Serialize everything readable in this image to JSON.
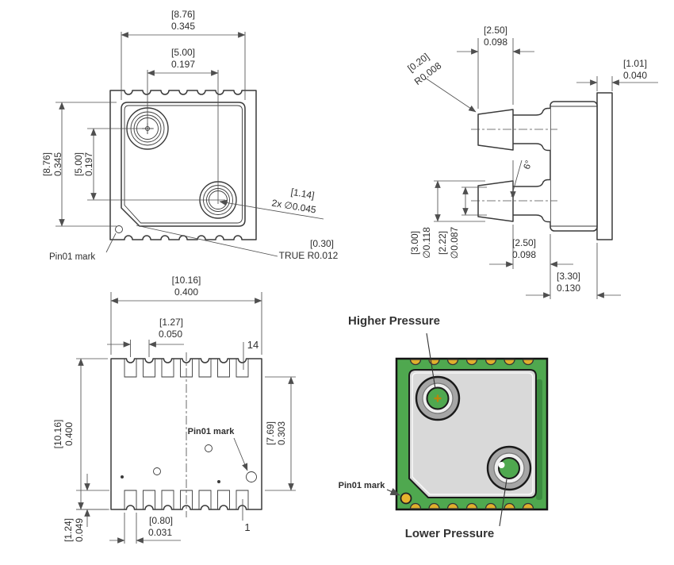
{
  "drawing": {
    "top_view": {
      "dim_width_outer": {
        "mm": "[8.76]",
        "in": "0.345"
      },
      "dim_width_inner": {
        "mm": "[5.00]",
        "in": "0.197"
      },
      "dim_height_outer": {
        "mm": "[8.76]",
        "in": "0.345"
      },
      "dim_height_inner": {
        "mm": "[5.00]",
        "in": "0.197"
      },
      "callout_port_dia": {
        "mm": "[1.14]",
        "in": "2x ∅0.045"
      },
      "callout_corner": {
        "mm": "[0.30]",
        "in": "TRUE R0.012"
      },
      "pin01_label": "Pin01 mark"
    },
    "side_view": {
      "dim_port_length_top": {
        "mm": "[2.50]",
        "in": "0.098"
      },
      "callout_tip_radius": {
        "mm": "[0.20]",
        "in": "R0.008"
      },
      "dim_pcb_thickness": {
        "mm": "[1.01]",
        "in": "0.040"
      },
      "angle_draft": "6°",
      "dim_port_od": {
        "mm": "[3.00]",
        "in": "∅0.118"
      },
      "dim_port_id": {
        "mm": "[2.22]",
        "in": "∅0.087"
      },
      "dim_port_length_bottom": {
        "mm": "[2.50]",
        "in": "0.098"
      },
      "dim_body_depth": {
        "mm": "[3.30]",
        "in": "0.130"
      }
    },
    "bottom_view": {
      "dim_width": {
        "mm": "[10.16]",
        "in": "0.400"
      },
      "dim_pad_pitch": {
        "mm": "[1.27]",
        "in": "0.050"
      },
      "dim_height": {
        "mm": "[10.16]",
        "in": "0.400"
      },
      "dim_pad_span": {
        "mm": "[7.69]",
        "in": "0.303"
      },
      "dim_pad_length": {
        "mm": "[1.24]",
        "in": "0.049"
      },
      "dim_pad_width": {
        "mm": "[0.80]",
        "in": "0.031"
      },
      "pin14_label": "14",
      "pin1_label": "1",
      "pin01_label": "Pin01 mark"
    },
    "render_view": {
      "higher_pressure_label": "Higher Pressure",
      "lower_pressure_label": "Lower Pressure",
      "pin01_label": "Pin01 mark"
    },
    "colors": {
      "line": "#3a3a3a",
      "dim": "#4f4f4f",
      "text": "#2e2e2e",
      "pcb_green": "#4fa84f",
      "pad_gold": "#dfaf2c",
      "lid_gray": "#d9d9d9",
      "ring_gray": "#a6a6a6"
    }
  }
}
